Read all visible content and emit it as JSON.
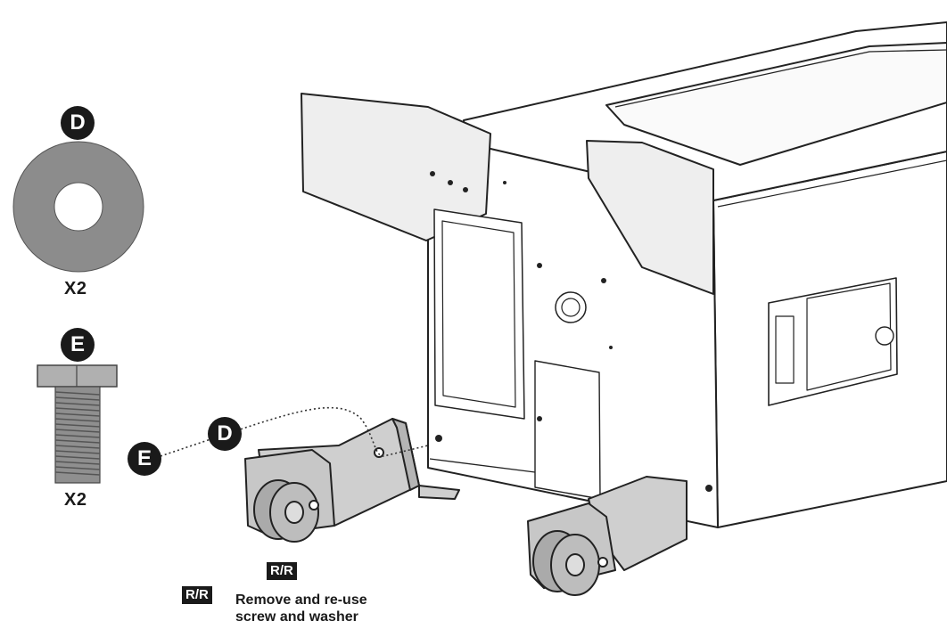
{
  "parts": {
    "washer": {
      "letter": "D",
      "quantity": "X2"
    },
    "screw": {
      "letter": "E",
      "quantity": "X2"
    }
  },
  "callouts": {
    "d": "D",
    "e": "E"
  },
  "legend": {
    "rr_label_1": "R/R",
    "rr_label_2": "R/R",
    "description_line1": "Remove and re-use",
    "description_line2": "screw and washer"
  }
}
